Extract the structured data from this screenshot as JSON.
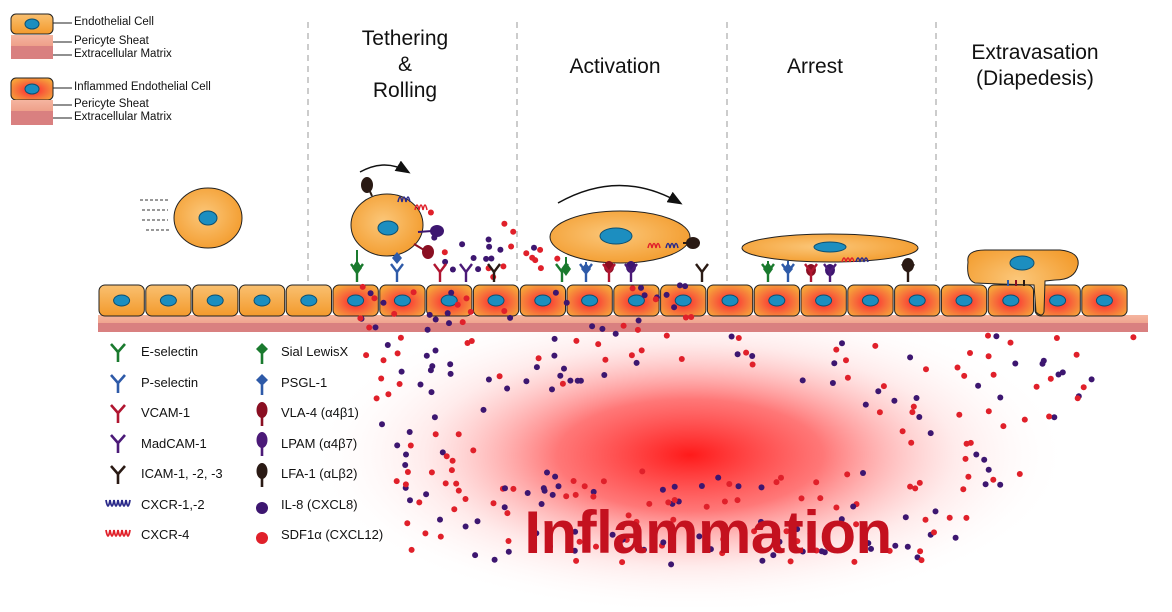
{
  "key": {
    "normal_cell": "Endothelial Cell",
    "normal_pericyte": "Pericyte Sheat",
    "normal_ecm": "Extracellular Matrix",
    "inflamed_cell": "Inflammed Endothelial Cell",
    "inflamed_pericyte": "Pericyte Sheat",
    "inflamed_ecm": "Extracellular Matrix"
  },
  "stages": {
    "tethering": [
      "Tethering",
      "&",
      "Rolling"
    ],
    "activation": [
      "Activation"
    ],
    "arrest": [
      "Arrest"
    ],
    "extravasation": [
      "Extravasation",
      "(Diapedesis)"
    ]
  },
  "legend_receptors": [
    "E-selectin",
    "P-selectin",
    "VCAM-1",
    "MadCAM-1",
    "ICAM-1, -2, -3",
    "CXCR-1,-2",
    "CXCR-4"
  ],
  "legend_ligands": [
    "Sial LewisX",
    "PSGL-1",
    "VLA-4 (α4β1)",
    "LPAM (α4β7)",
    "LFA-1 (αLβ2)",
    "IL-8 (CXCL8)",
    "SDF1α (CXCL12)"
  ],
  "headline": "Inflammation",
  "colors": {
    "e_selectin": "#1a7a2e",
    "p_selectin": "#2e5aa8",
    "vcam": "#b01530",
    "madcam": "#4b1a78",
    "icam": "#2a1a14",
    "cxcr12": "#2b2a8a",
    "cxcr4": "#e0202a",
    "il8": "#3d1670",
    "sdf1": "#e0202a",
    "inflammation": "#c4111f",
    "cell_fill": "#f6a23a",
    "nucleus": "#1c8ec0"
  }
}
